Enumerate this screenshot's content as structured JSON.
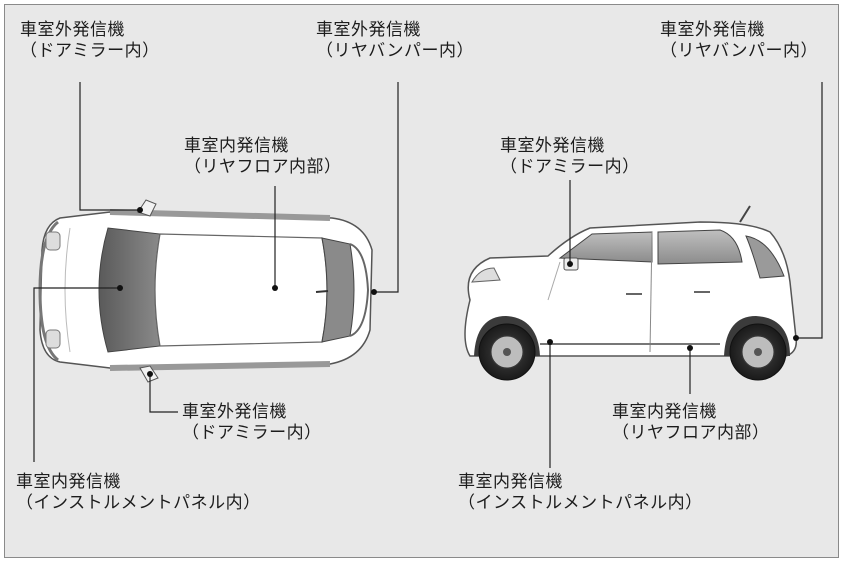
{
  "labels": {
    "topleft": {
      "line1": "車室外発信機",
      "line2": "（ドアミラー内）"
    },
    "topmid": {
      "line1": "車室外発信機",
      "line2": "（リヤバンパー内）"
    },
    "topright": {
      "line1": "車室外発信機",
      "line2": "（リヤバンパー内）"
    },
    "center_top": {
      "line1": "車室内発信機",
      "line2": "（リヤフロア内部）"
    },
    "side_mirror": {
      "line1": "車室外発信機",
      "line2": "（ドアミラー内）"
    },
    "top_bottom_mirror": {
      "line1": "車室外発信機",
      "line2": "（ドアミラー内）"
    },
    "side_rear_floor": {
      "line1": "車室内発信機",
      "line2": "（リヤフロア内部）"
    },
    "left_panel": {
      "line1": "車室内発信機",
      "line2": "（インストルメントパネル内）"
    },
    "side_panel": {
      "line1": "車室内発信機",
      "line2": "（インストルメントパネル内）"
    }
  },
  "colors": {
    "background": "#e8e8e8",
    "body": "#ffffff",
    "outline": "#555555",
    "glass": "#6f6f6f"
  }
}
